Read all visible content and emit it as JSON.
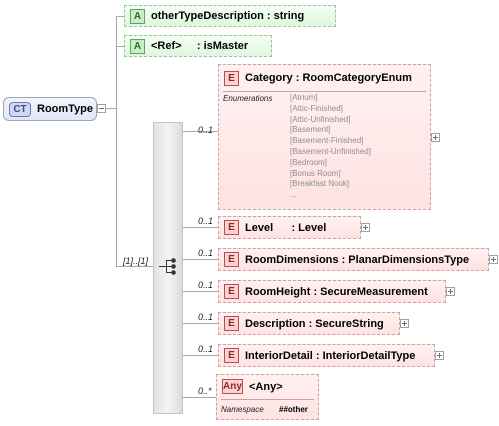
{
  "complex_type": {
    "badge": "CT",
    "name": "RoomType"
  },
  "attributes": [
    {
      "badge": "A",
      "label": "otherTypeDescription : string"
    },
    {
      "badge": "A",
      "label": "<Ref>     : isMaster"
    }
  ],
  "sequence": {
    "cardinality": "[1]..[1]"
  },
  "elements": [
    {
      "badge": "E",
      "label": "Category : RoomCategoryEnum",
      "cardinality": "0..1",
      "enumerations_heading": "Enumerations",
      "enumerations": [
        "[Atrium]",
        "[Attic-Finished]",
        "[Attic-Unfinished]",
        "[Basement]",
        "[Basement-Finished]",
        "[Basement-Unfinished]",
        "[Bedroom]",
        "[Bonus Room]",
        "[Breakfast Nook]",
        "..."
      ]
    },
    {
      "badge": "E",
      "label": "Level      : Level",
      "cardinality": "0..1"
    },
    {
      "badge": "E",
      "label": "RoomDimensions : PlanarDimensionsType",
      "cardinality": "0..1"
    },
    {
      "badge": "E",
      "label": "RoomHeight : SecureMeasurement",
      "cardinality": "0..1"
    },
    {
      "badge": "E",
      "label": "Description : SecureString",
      "cardinality": "0..1"
    },
    {
      "badge": "E",
      "label": "InteriorDetail : InteriorDetailType",
      "cardinality": "0..1"
    }
  ],
  "any": {
    "badge": "Any",
    "label": "<Any>",
    "cardinality": "0..*",
    "namespace_heading": "Namespace",
    "namespace_value": "##other"
  },
  "colors": {
    "complex_type": "#e3e7f3",
    "attribute": "#dff6df",
    "element": "#ffe2e2",
    "connector": "#a8a8a8"
  },
  "icons": [
    "minus-toggle-icon",
    "plus-expand-icon",
    "sequence-compositor-icon"
  ]
}
